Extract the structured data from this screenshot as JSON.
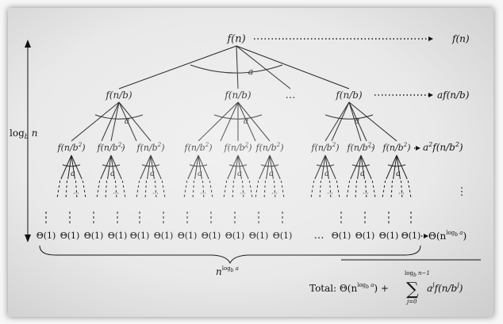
{
  "diagram": {
    "root": "f(n)",
    "level1_node": "f(n/b)",
    "level2_node": "f(n/b²)",
    "leaf": "Θ(1)",
    "branch": "a",
    "ellipsis": "…",
    "midsep": "··",
    "height_label": "log",
    "height_sub": "b",
    "height_n": " n",
    "row_costs": {
      "level0": "f(n)",
      "level1_pre": "af(n/b)",
      "level2_a": "a",
      "level2_sup": "2",
      "level2_f": "f(n/b",
      "level2_close": ")",
      "leaves_pre": "Θ(n",
      "leaves_sup": "log",
      "leaves_supsub": "b",
      "leaves_supa": " a",
      "leaves_close": ")"
    },
    "leaf_count": {
      "base": "n",
      "sup": "log",
      "supsub": "b",
      "supa": " a"
    },
    "total": {
      "label": "Total: Θ(n",
      "sup": "log",
      "supsub": "b",
      "supa": " a",
      "plus": ") +",
      "sum_top": "log",
      "sum_top_sub": "b",
      "sum_top_rest": " n−1",
      "sum_sign": "∑",
      "sum_bottom": "j=0",
      "term_a": "a",
      "term_sup": "j",
      "term_f": "f(n/b",
      "term_sup2": "j",
      "term_close": ")"
    }
  },
  "colors": {
    "ink": "#111111",
    "paper": "#e9e9ea"
  }
}
